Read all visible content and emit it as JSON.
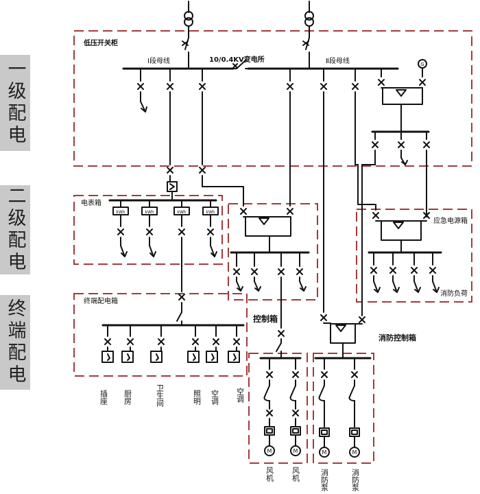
{
  "levels": {
    "primary": "一级配电",
    "secondary": "二级配电",
    "terminal": "终端配电"
  },
  "labels": {
    "lv_switchgear": "低压开关柜",
    "substation": "10/0.4KV变电所",
    "bus_1": "Ⅰ段母线",
    "bus_2": "Ⅱ段母线",
    "generator": "G",
    "meter_box": "电表箱",
    "meter": "kWh",
    "emergency_box": "应急电源箱",
    "fire_load": "消防负荷",
    "terminal_box": "终端配电箱",
    "control_box": "控制箱",
    "fire_control_box": "消防控制箱",
    "motor": "M"
  },
  "loads": {
    "socket": "插座",
    "kitchen": "厨房",
    "bathroom": "卫生间",
    "lighting": "照明",
    "ac_1": "空调",
    "ac_2": "空调",
    "fan_1": "风机",
    "fan_2": "风机",
    "pump_1": "消防泵",
    "pump_2": "消防泵"
  },
  "colors": {
    "line": "#111111",
    "dashed_border": "#a33a3a",
    "level_panel": "#c9c9c9"
  }
}
